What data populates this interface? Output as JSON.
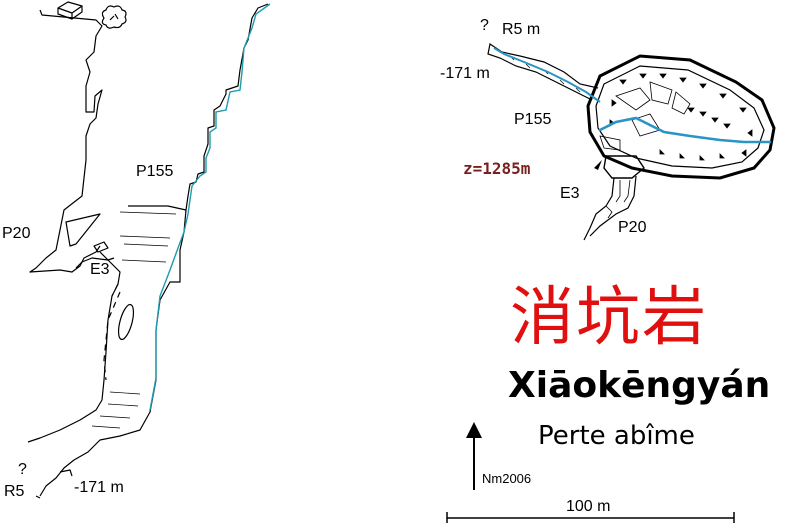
{
  "section_labels": {
    "p20": "P20",
    "p155": "P155",
    "e3": "E3",
    "r5": "R5",
    "question": "?",
    "depth": "-171 m"
  },
  "plan_labels": {
    "question": "?",
    "r5": "R5 m",
    "depth": "-171 m",
    "p155": "P155",
    "altitude": "z=1285m",
    "e3": "E3",
    "p20": "P20"
  },
  "title": {
    "chinese": "消坑岩",
    "pinyin": "Xiāokēngyán",
    "subtitle": "Perte abîme"
  },
  "credit": "Nm2006",
  "scale": {
    "label": "100 m"
  },
  "colors": {
    "water": "#1e9bb0",
    "stream_plan": "#2a94c4",
    "altitude": "#7a1f1f",
    "chinese": "#e01010"
  }
}
